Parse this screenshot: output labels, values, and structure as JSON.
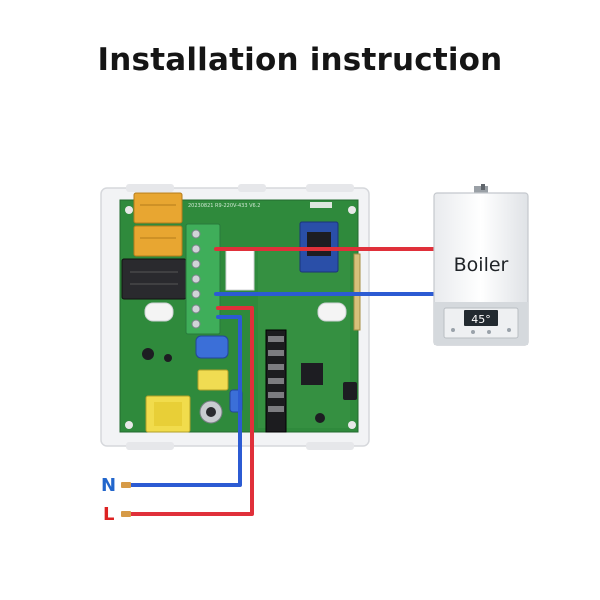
{
  "title": "Installation instruction",
  "labels": {
    "boiler": "Boiler",
    "neutral": "N",
    "live": "L",
    "display": "45°"
  },
  "pcb": {
    "silkscreen": "20230821 R9-220V-433 V6.2"
  },
  "colors": {
    "live_wire": "#e0303a",
    "neutral_wire": "#2c5bd3",
    "pcb_green": "#2f8a3c",
    "neutral_label": "#2266cc",
    "live_label": "#dd2222"
  }
}
